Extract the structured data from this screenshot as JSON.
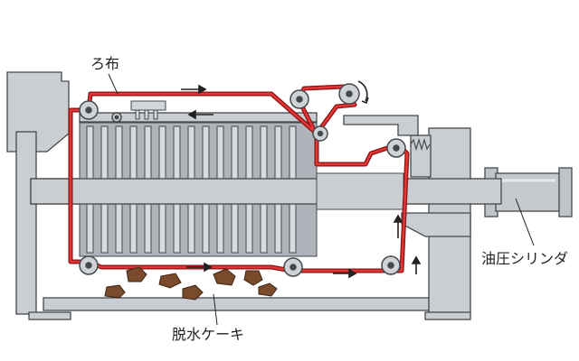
{
  "labels": {
    "filter_cloth": "ろ布",
    "hydraulic_cylinder": "油圧シリンダ",
    "dewatered_cake": "脱水ケーキ"
  },
  "colors": {
    "frame": "#c9ced3",
    "frame_stroke": "#45494d",
    "plate": "#b3b9be",
    "cloth": "#d42b2b",
    "cake": "#7a4a2c",
    "cylinder": "#c4c9cc"
  },
  "icons": [
    "roller-icon",
    "arrow-icon",
    "spring-icon"
  ]
}
